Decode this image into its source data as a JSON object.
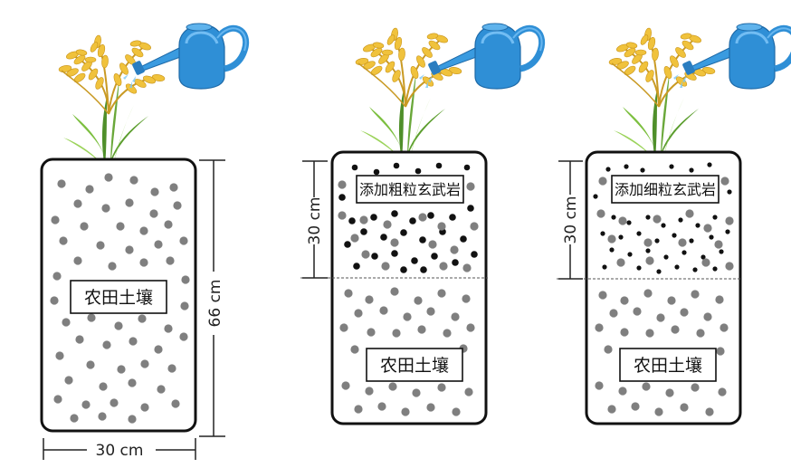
{
  "columns": [
    {
      "id": "control",
      "soil_label": "农田土壤",
      "width_label": "30 cm",
      "height_label": "66 cm",
      "added_label": ""
    },
    {
      "id": "coarse",
      "soil_label": "农田土壤",
      "depth_label": "30 cm",
      "added_label": "添加粗粒玄武岩"
    },
    {
      "id": "fine",
      "soil_label": "农田土壤",
      "depth_label": "30 cm",
      "added_label": "添加细粒玄武岩"
    }
  ],
  "colors": {
    "soil_dot": "#7f7f7f",
    "basalt_dot": "#111111",
    "container_outline": "#111111",
    "can_blue": "#2f8fd6",
    "rice_gold": "#e8b93a",
    "leaf_green": "#6aa83a"
  },
  "icons": [
    "rice-plant-icon",
    "watering-can-icon"
  ]
}
